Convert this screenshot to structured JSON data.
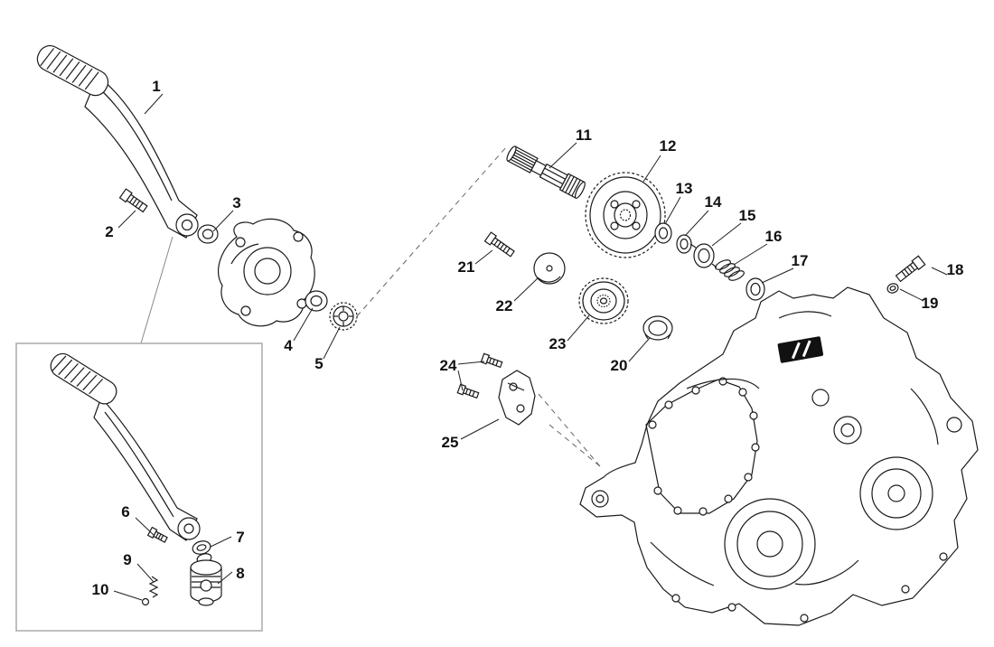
{
  "canvas": {
    "background": "#ffffff",
    "line_color": "#1a1a1a"
  },
  "parts": [
    {
      "number": "1"
    },
    {
      "number": "2"
    },
    {
      "number": "3"
    },
    {
      "number": "4"
    },
    {
      "number": "5"
    },
    {
      "number": "6"
    },
    {
      "number": "7"
    },
    {
      "number": "8"
    },
    {
      "number": "9"
    },
    {
      "number": "10"
    },
    {
      "number": "11"
    },
    {
      "number": "12"
    },
    {
      "number": "13"
    },
    {
      "number": "14"
    },
    {
      "number": "15"
    },
    {
      "number": "16"
    },
    {
      "number": "17"
    },
    {
      "number": "18"
    },
    {
      "number": "19"
    },
    {
      "number": "20"
    },
    {
      "number": "21"
    },
    {
      "number": "22"
    },
    {
      "number": "23"
    },
    {
      "number": "24"
    },
    {
      "number": "25"
    }
  ]
}
